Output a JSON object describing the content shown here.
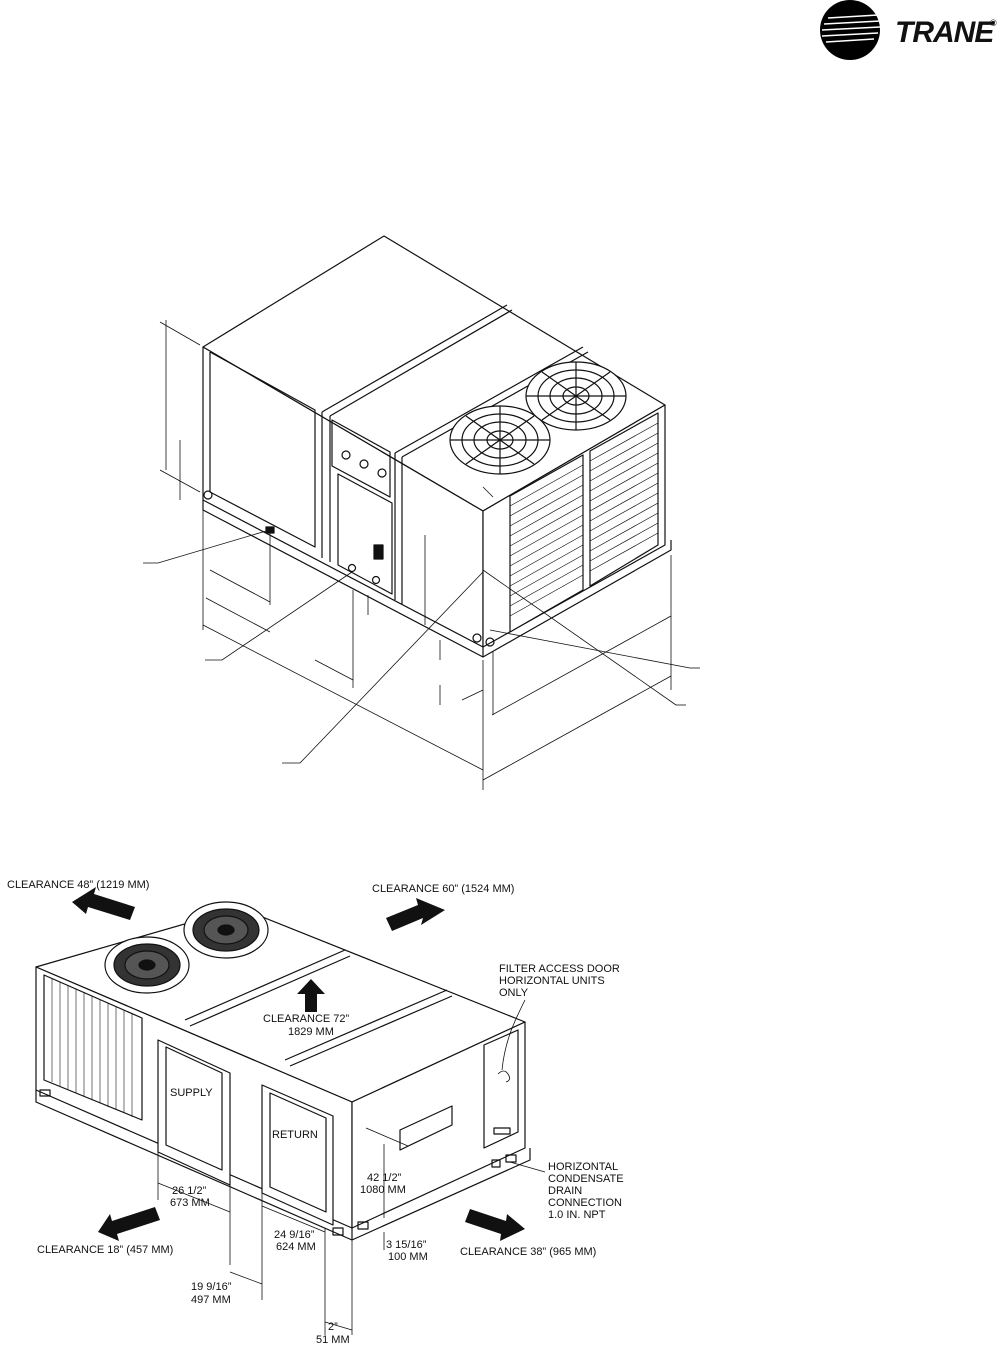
{
  "brand": {
    "name": "TRANE",
    "mark": "®"
  },
  "top_drawing": {},
  "bottom_drawing": {
    "clearances": {
      "top_left": "CLEARANCE 48” (1219 MM)",
      "top_right": "CLEARANCE 60” (1524 MM)",
      "top_center_1": "CLEARANCE 72”",
      "top_center_2": "1829 MM",
      "bottom_left": "CLEARANCE 18” (457 MM)",
      "bottom_right": "CLEARANCE 38” (965 MM)"
    },
    "openings": {
      "supply": "SUPPLY",
      "return": "RETURN"
    },
    "filter_note": [
      "FILTER ACCESS DOOR",
      "HORIZONTAL UNITS",
      "ONLY"
    ],
    "drain_note": [
      "HORIZONTAL",
      "CONDENSATE",
      "DRAIN",
      "CONNECTION",
      "1.0 IN. NPT"
    ],
    "dimensions": {
      "d1_in": "26 1/2”",
      "d1_mm": "673 MM",
      "d2_in": "24 9/16”",
      "d2_mm": "624 MM",
      "d3_in": "19 9/16”",
      "d3_mm": "497 MM",
      "d4_in": "2”",
      "d4_mm": "51 MM",
      "d5_in": "42 1/2”",
      "d5_mm": "1080 MM",
      "d6_in": "3 15/16”",
      "d6_mm": "100 MM"
    }
  }
}
